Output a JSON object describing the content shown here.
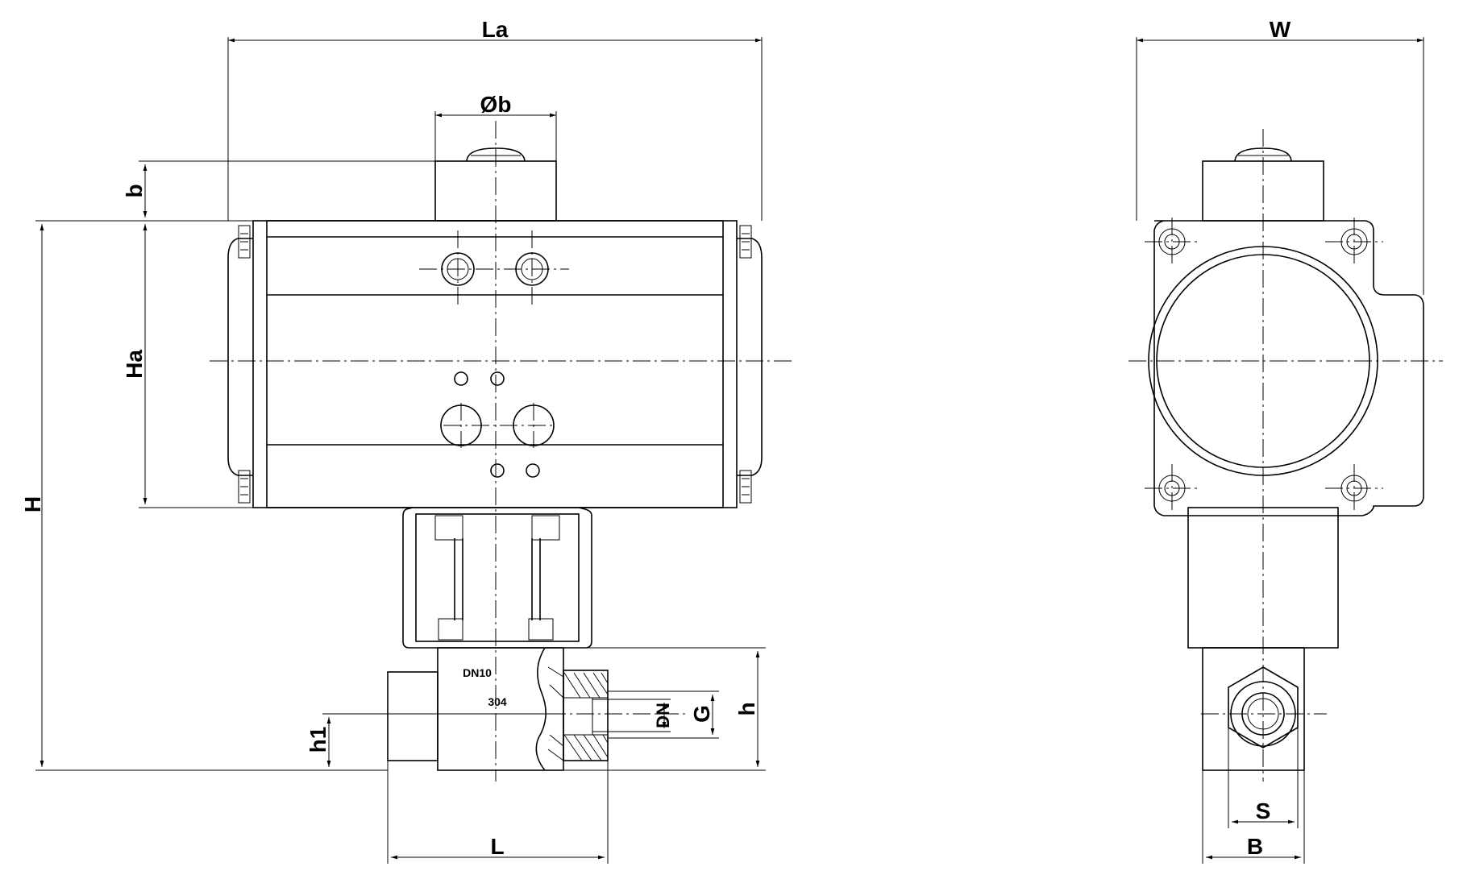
{
  "dimensions": {
    "La": "La",
    "Ob": "Øb",
    "b": "b",
    "Ha": "Ha",
    "H": "H",
    "h1": "h1",
    "h": "h",
    "G": "G",
    "DN": "DN",
    "L": "L",
    "W": "W",
    "S": "S",
    "B": "B"
  },
  "body_marks": {
    "size": "DN10",
    "material": "304"
  }
}
